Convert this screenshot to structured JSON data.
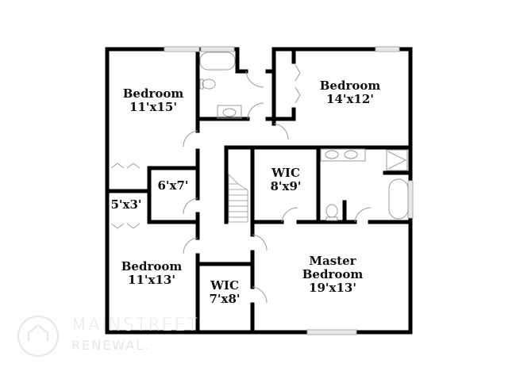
{
  "floorplan": {
    "rooms": [
      {
        "id": "bedroom-1",
        "name": "Bedroom",
        "dims": "11'x15'"
      },
      {
        "id": "bedroom-2",
        "name": "Bedroom",
        "dims": "14'x12'"
      },
      {
        "id": "closet-6x7",
        "name": "",
        "dims": "6'x7'"
      },
      {
        "id": "closet-5x3",
        "name": "",
        "dims": "5'x3'"
      },
      {
        "id": "wic-8x9",
        "name": "WIC",
        "dims": "8'x9'"
      },
      {
        "id": "bedroom-3",
        "name": "Bedroom",
        "dims": "11'x13'"
      },
      {
        "id": "wic-7x8",
        "name": "WIC",
        "dims": "7'x8'"
      },
      {
        "id": "master-bedroom",
        "name": "Master Bedroom",
        "name_line1": "Master",
        "name_line2": "Bedroom",
        "dims": "19'x13'"
      }
    ],
    "colors": {
      "wall": "#000000",
      "fixture": "#9a9a9a",
      "window": "#d8d8d8",
      "background": "#ffffff"
    }
  },
  "watermark": {
    "line1": "MAINSTREET",
    "line2": "RENEWAL."
  }
}
